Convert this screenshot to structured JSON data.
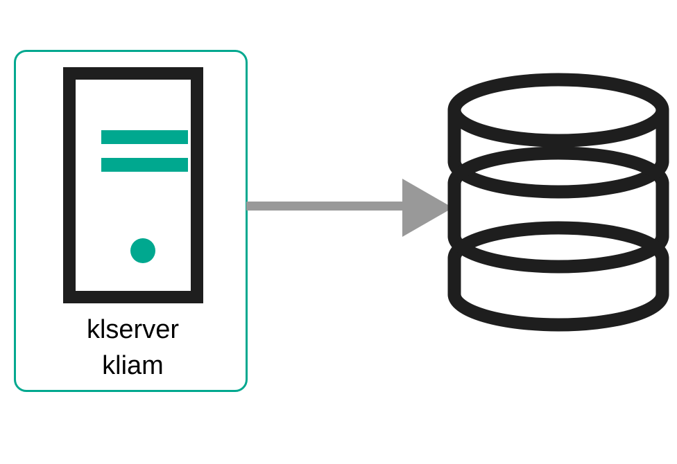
{
  "diagram": {
    "title": "klserver to database flow",
    "background_color": "#ffffff",
    "accent_color": "#00a88f",
    "dark_color": "#1e1e1e",
    "arrow_color": "#999999",
    "nodes": [
      {
        "id": "server-node",
        "type": "server",
        "icon": "server-tower-icon",
        "border_color": "#00a88f",
        "labels": [
          "klserver",
          "kliam"
        ],
        "indicators": {
          "bars": 2,
          "bar_color": "#00a88f",
          "led_color": "#00a88f"
        }
      },
      {
        "id": "database-node",
        "type": "database",
        "icon": "database-cylinder-icon",
        "stroke_color": "#1e1e1e",
        "disk_count": 3,
        "labels": []
      }
    ],
    "connections": [
      {
        "id": "server-to-database",
        "icon": "arrow-right-icon",
        "from": "server-node",
        "to": "database-node",
        "color": "#999999",
        "direction": "right",
        "label": ""
      }
    ]
  }
}
